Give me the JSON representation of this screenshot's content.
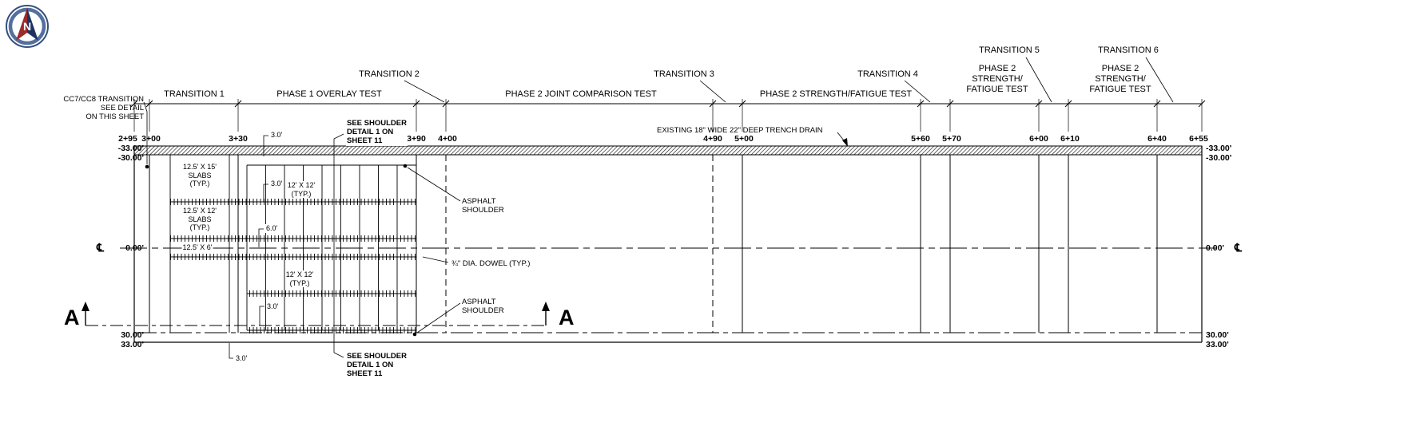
{
  "header": {
    "transition1": "TRANSITION 1",
    "transition2": "TRANSITION 2",
    "transition3": "TRANSITION 3",
    "transition4": "TRANSITION 4",
    "transition5": "TRANSITION 5",
    "transition6": "TRANSITION 6",
    "phase1_overlay": "PHASE 1 OVERLAY TEST",
    "phase2_joint": "PHASE 2 JOINT COMPARISON TEST",
    "phase2_sf": "PHASE 2 STRENGTH/FATIGUE TEST",
    "phase2_sf_stacked": "PHASE 2\nSTRENGTH/\nFATIGUE TEST"
  },
  "stations": {
    "s1": "2+95",
    "s2": "3+00",
    "s3": "3+30",
    "s4": "3+90",
    "s5": "4+00",
    "s6": "4+90",
    "s7": "5+00",
    "s8": "5+60",
    "s9": "5+70",
    "s10": "6+00",
    "s11": "6+10",
    "s12": "6+40",
    "s13": "6+55"
  },
  "offsets": {
    "neg33": "-33.00'",
    "neg30": "-30.00'",
    "zero": "0.00'",
    "pos30": "30.00'",
    "pos33": "33.00'"
  },
  "callouts": {
    "cc7": "CC7/CC8 TRANSITION\nSEE DETAIL\nON THIS SHEET",
    "trench_drain": "EXISTING 18\" WIDE 22\" DEEP TRENCH DRAIN",
    "shoulder_detail": "SEE SHOULDER\nDETAIL 1 ON\nSHEET 11",
    "asphalt_shoulder": "ASPHALT\nSHOULDER",
    "dowel": "¾\" DIA. DOWEL (TYP.)"
  },
  "slabs": {
    "slab_15": "12.5' X 15'\nSLABS\n(TYP.)",
    "slab_12": "12.5' X 12'\nSLABS\n(TYP.)",
    "slab_6": "12.5' X 6'",
    "slab_12x12": "12' X 12'\n(TYP.)"
  },
  "dimensions": {
    "three_ft": "3.0'",
    "six_ft": "6.0'"
  },
  "markers": {
    "section_letter": "A",
    "centerline": "℄",
    "north": "N"
  }
}
